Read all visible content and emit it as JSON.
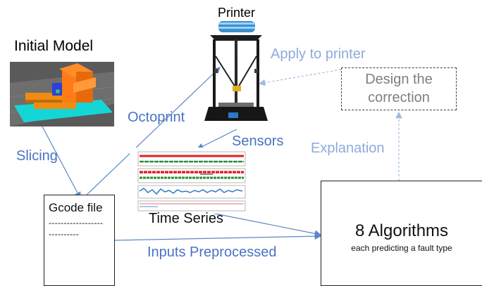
{
  "labels": {
    "printer": "Printer",
    "initial_model": "Initial Model",
    "apply_to_printer": "Apply to printer",
    "design_correction_line1": "Design the",
    "design_correction_line2": "correction",
    "octoprint": "Octoprint",
    "sensors": "Sensors",
    "explanation": "Explanation",
    "slicing": "Slicing",
    "time_series": "Time Series",
    "inputs_preprocessed": "Inputs Preprocessed"
  },
  "gcode": {
    "title": "Gcode file",
    "line1": "------------------",
    "line2": "----------"
  },
  "algorithms": {
    "title": "8 Algorithms",
    "subtitle": "each predicting a fault type"
  },
  "colors": {
    "dark_text": "#111111",
    "blue_text": "#4a72c4",
    "light_blue_text": "#8eaadb",
    "arrow_blue": "#5b87c5",
    "arrow_light": "#9dbbe0",
    "dashed_border": "#404040"
  },
  "icons": {
    "printer": "delta-3d-printer-image",
    "model": "sliced-3d-model-image",
    "timeseries": "sensor-time-series-plots-image"
  }
}
